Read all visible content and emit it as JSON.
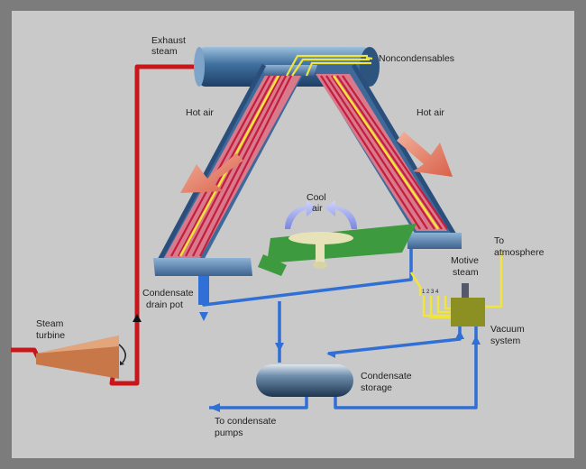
{
  "diagram": {
    "labels": {
      "exhaust_steam": [
        "Exhaust",
        "steam"
      ],
      "noncondensables": "Noncondensables",
      "hot_air_left": "Hot air",
      "hot_air_right": "Hot air",
      "cool_air": [
        "Cool",
        "air"
      ],
      "to_atmosphere": [
        "To",
        "atmosphere"
      ],
      "motive_steam": [
        "Motive",
        "steam"
      ],
      "stage_numbers": "1 2 3 4",
      "condensate_drain_pot": [
        "Condensate",
        "drain pot"
      ],
      "steam_turbine": [
        "Steam",
        "turbine"
      ],
      "vacuum_system": [
        "Vacuum",
        "system"
      ],
      "condensate_storage": [
        "Condensate",
        "storage"
      ],
      "to_condensate_pumps": [
        "To condensate",
        "pumps"
      ]
    },
    "colors": {
      "steam_pipe": "#c8161a",
      "condensate_pipe": "#2f6fd6",
      "noncondensable_line": "#f2e53a",
      "header_duct": "#5a7fa8",
      "tube_bundle": "#c43a58",
      "hot_air_arrow": "#e8826a",
      "cool_air_arrow": "#9aa6ee",
      "fan_deck": "#3e9a3e",
      "vacuum_unit": "#8c8f22",
      "turbine": "#c87848",
      "frame": "#7c7c7c",
      "panel": "#c9c9c9"
    }
  }
}
